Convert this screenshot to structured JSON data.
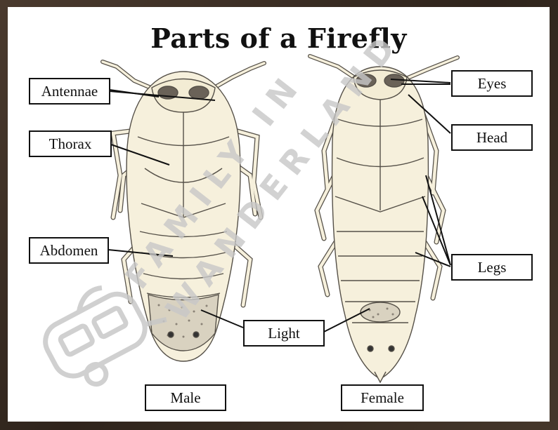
{
  "title": "Parts of a Firefly",
  "labels": {
    "antennae": "Antennae",
    "thorax": "Thorax",
    "abdomen": "Abdomen",
    "light": "Light",
    "eyes": "Eyes",
    "head": "Head",
    "legs": "Legs",
    "male": "Male",
    "female": "Female"
  },
  "watermark": {
    "line1": "FAMILY IN",
    "line2": "WANDERLAND",
    "icon": "camper-trailer-icon"
  },
  "colors": {
    "frame": "#3a2c22",
    "background": "#ffffff",
    "insect_body": "#f6f0dc",
    "insect_outline": "#555048",
    "label_border": "#111111",
    "watermark": "#c8c8c8"
  }
}
